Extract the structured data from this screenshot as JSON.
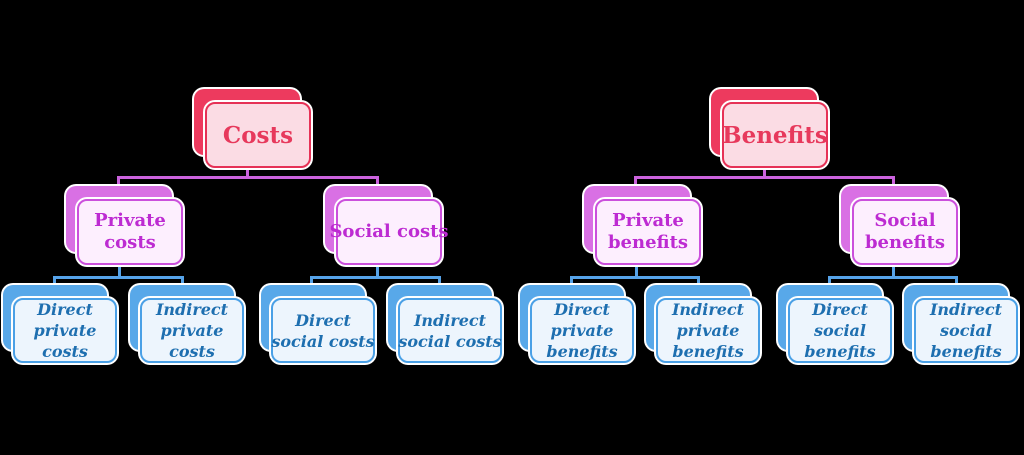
{
  "palette": {
    "background": "#000000",
    "red_shadow": "#ed3a5e",
    "red_border": "#e63156",
    "red_fill": "#fbdce4",
    "red_text": "#e7395c",
    "magenta_shadow": "#d970e4",
    "magenta_border": "#cb50dc",
    "magenta_fill": "#fdeffe",
    "magenta_text": "#bd2bd2",
    "magenta_line": "#cb63de",
    "blue_shadow": "#58a8e9",
    "blue_border": "#4aa0e6",
    "blue_fill": "#edf5fd",
    "blue_text": "#1e6fb0",
    "blue_line": "#56a3e9"
  },
  "trees": {
    "costs": {
      "root": "Costs",
      "children": {
        "private": "Private\ncosts",
        "social": "Social costs"
      },
      "leaves": {
        "direct_private": "Direct\nprivate\ncosts",
        "indirect_private": "Indirect\nprivate\ncosts",
        "direct_social": "Direct\nsocial costs",
        "indirect_social": "Indirect\nsocial costs"
      }
    },
    "benefits": {
      "root": "Benefits",
      "children": {
        "private": "Private\nbenefits",
        "social": "Social\nbenefits"
      },
      "leaves": {
        "direct_private": "Direct\nprivate\nbenefits",
        "indirect_private": "Indirect\nprivate\nbenefits",
        "direct_social": "Direct\nsocial\nbenefits",
        "indirect_social": "Indirect\nsocial\nbenefits"
      }
    }
  }
}
